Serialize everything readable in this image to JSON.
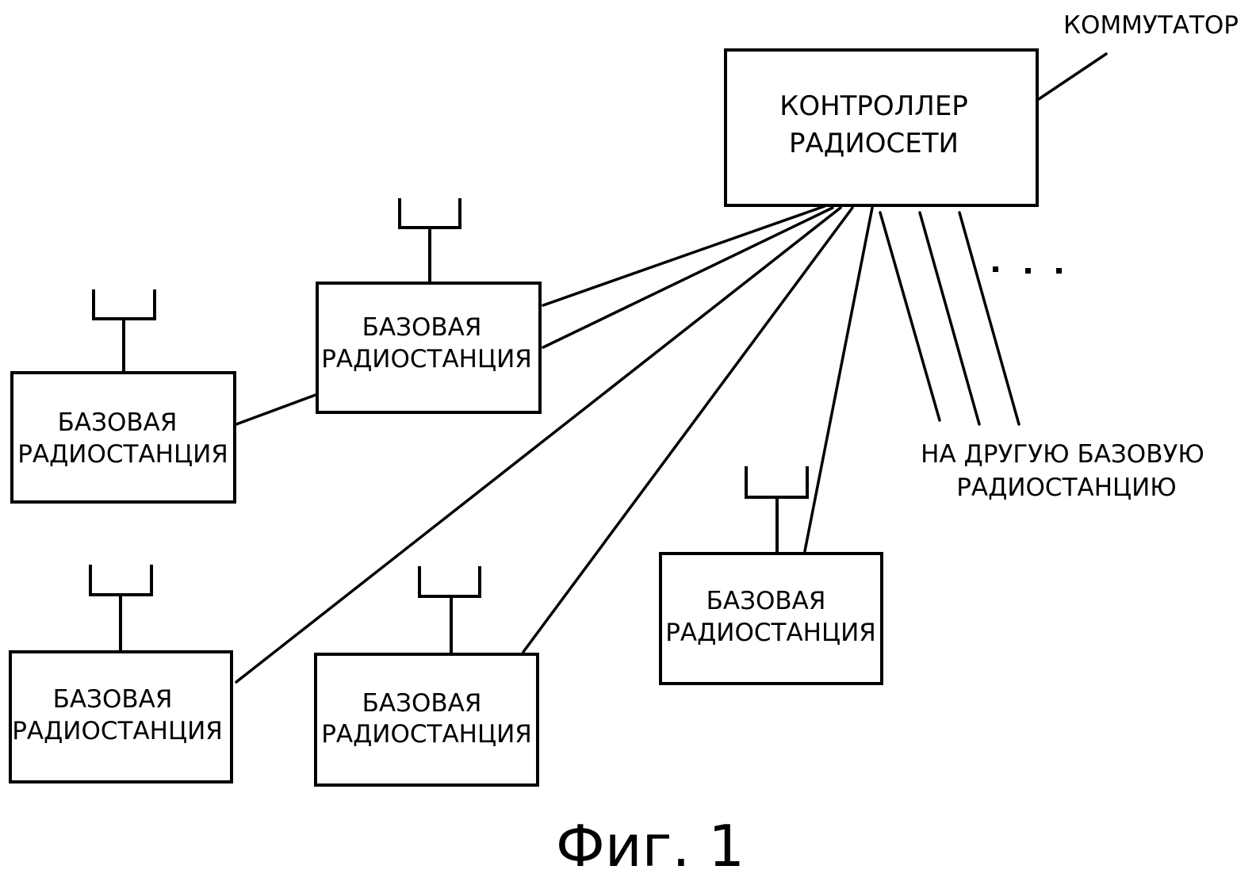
{
  "controller": {
    "line1": "КОНТРОЛЛЕР",
    "line2": "РАДИОСЕТИ"
  },
  "switch_label": "КОММУТАТОР",
  "other_station": {
    "line1": "НА ДРУГУЮ БАЗОВУЮ",
    "line2": "РАДИОСТАНЦИЮ"
  },
  "stations": [
    {
      "line1": "БАЗОВАЯ",
      "line2": "РАДИОСТАНЦИЯ"
    },
    {
      "line1": "БАЗОВАЯ",
      "line2": "РАДИОСТАНЦИЯ"
    },
    {
      "line1": "БАЗОВАЯ",
      "line2": "РАДИОСТАНЦИЯ"
    },
    {
      "line1": "БАЗОВАЯ",
      "line2": "РАДИОСТАНЦИЯ"
    },
    {
      "line1": "БАЗОВАЯ",
      "line2": "РАДИОСТАНЦИЯ"
    }
  ],
  "caption": "Фиг. 1"
}
